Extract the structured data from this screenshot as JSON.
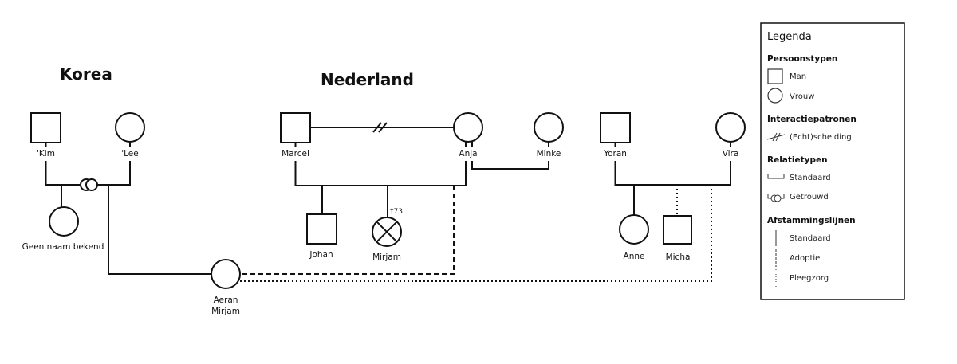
{
  "groups": {
    "korea": "Korea",
    "nederland": "Nederland"
  },
  "persons": {
    "kim": {
      "name": "'Kim",
      "type": "man"
    },
    "lee": {
      "name": "'Lee",
      "type": "vrouw"
    },
    "geen_naam": {
      "name": "Geen naam bekend",
      "type": "vrouw"
    },
    "aeran_line1": "Aeran",
    "aeran_line2": "Mirjam",
    "marcel": {
      "name": "Marcel",
      "type": "man"
    },
    "anja": {
      "name": "Anja",
      "type": "vrouw"
    },
    "minke": {
      "name": "Minke",
      "type": "vrouw"
    },
    "johan": {
      "name": "Johan",
      "type": "man"
    },
    "mirjam": {
      "name": "Mirjam",
      "type": "vrouw",
      "deceased": true,
      "death_note": "†73"
    },
    "yoran": {
      "name": "Yoran",
      "type": "man"
    },
    "vira": {
      "name": "Vira",
      "type": "vrouw"
    },
    "anne": {
      "name": "Anne",
      "type": "vrouw"
    },
    "micha": {
      "name": "Micha",
      "type": "man"
    }
  },
  "relations": [
    {
      "from": "'Kim",
      "to": "'Lee",
      "type": "getrouwd"
    },
    {
      "from": "Marcel",
      "to": "Anja",
      "type": "echtscheiding"
    },
    {
      "from": "Anja",
      "to": "Minke",
      "type": "standaard"
    },
    {
      "from": "Yoran",
      "to": "Vira",
      "type": "standaard"
    }
  ],
  "descent": [
    {
      "parents": "'Kim + 'Lee",
      "child": "Geen naam bekend",
      "line": "standaard"
    },
    {
      "parents": "'Kim + 'Lee",
      "child": "Aeran Mirjam",
      "line": "standaard"
    },
    {
      "parents": "Marcel + Anja",
      "child": "Johan",
      "line": "standaard"
    },
    {
      "parents": "Marcel + Anja",
      "child": "Mirjam",
      "line": "standaard"
    },
    {
      "parents": "Marcel + Anja",
      "child": "Aeran Mirjam",
      "line": "adoptie"
    },
    {
      "parents": "Yoran + Vira",
      "child": "Anne",
      "line": "standaard"
    },
    {
      "parents": "Yoran + Vira",
      "child": "Micha",
      "line": "pleegzorg"
    },
    {
      "parents": "Yoran + Vira",
      "child": "Aeran Mirjam",
      "line": "pleegzorg"
    }
  ],
  "legend": {
    "title": "Legenda",
    "sections": {
      "persoonstypen": {
        "heading": "Persoonstypen",
        "man": "Man",
        "vrouw": "Vrouw"
      },
      "interactiepatronen": {
        "heading": "Interactiepatronen",
        "scheiding": "(Echt)scheiding"
      },
      "relatietypen": {
        "heading": "Relatietypen",
        "standaard": "Standaard",
        "getrouwd": "Getrouwd"
      },
      "afstammingslijnen": {
        "heading": "Afstammingslijnen",
        "standaard": "Standaard",
        "adoptie": "Adoptie",
        "pleegzorg": "Pleegzorg"
      }
    }
  },
  "colors": {
    "stroke": "#111111",
    "background": "#ffffff"
  }
}
